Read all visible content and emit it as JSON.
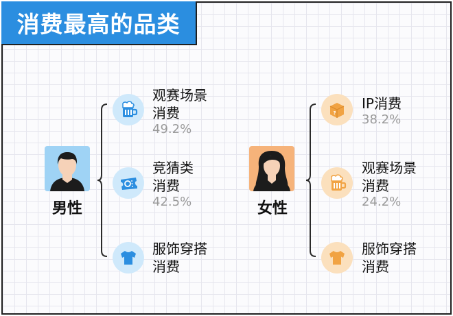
{
  "title": "消费最高的品类",
  "colors": {
    "accent_blue": "#2b8ee0",
    "male_icon_bg": "#cfe9fb",
    "female_icon_bg": "#fbe0bd",
    "female_icon_fill": "#f1a343"
  },
  "male": {
    "label": "男性",
    "items": [
      {
        "icon": "beer-mug-icon",
        "line1": "观赛场景",
        "line2": "消费",
        "value": "49.2%"
      },
      {
        "icon": "ticket-icon",
        "line1": "竞猜类",
        "line2": "消费",
        "value": "42.5%"
      },
      {
        "icon": "tshirt-icon",
        "line1": "服饰穿搭",
        "line2": "消费",
        "value": ""
      }
    ]
  },
  "female": {
    "label": "女性",
    "items": [
      {
        "icon": "mystery-box-icon",
        "line1": "IP消费",
        "line2": "",
        "value": "38.2%"
      },
      {
        "icon": "beer-mug-icon",
        "line1": "观赛场景",
        "line2": "消费",
        "value": "24.2%"
      },
      {
        "icon": "tshirt-icon",
        "line1": "服饰穿搭",
        "line2": "消费",
        "value": ""
      }
    ]
  }
}
